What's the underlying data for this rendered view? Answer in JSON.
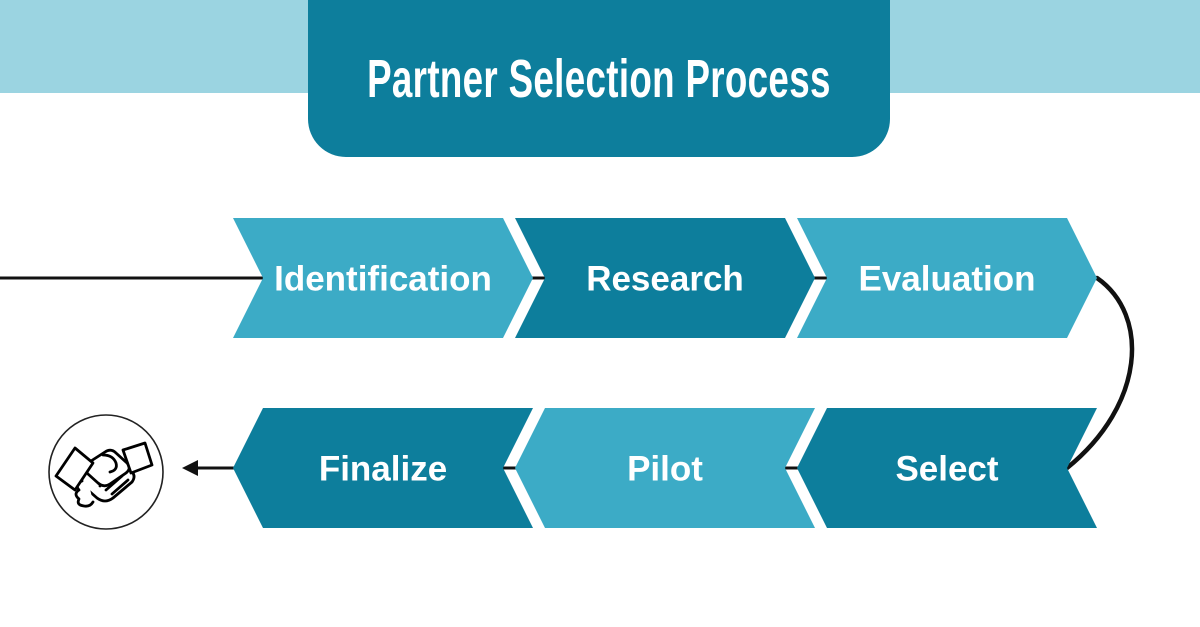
{
  "title": "Partner Selection Process",
  "steps": {
    "row1": [
      {
        "label": "Identification",
        "tone": "light"
      },
      {
        "label": "Research",
        "tone": "dark"
      },
      {
        "label": "Evaluation",
        "tone": "light"
      }
    ],
    "row2": [
      {
        "label": "Finalize",
        "tone": "dark"
      },
      {
        "label": "Pilot",
        "tone": "light"
      },
      {
        "label": "Select",
        "tone": "dark"
      }
    ]
  },
  "colors": {
    "band": "#9BD4E1",
    "title_box": "#0D7E9C",
    "chevron_light": "#3CABC6",
    "chevron_dark": "#0D7E9C",
    "label_text": "#FFFFFF",
    "connector": "#111111"
  },
  "icons": {
    "end_marker": "handshake-icon"
  }
}
